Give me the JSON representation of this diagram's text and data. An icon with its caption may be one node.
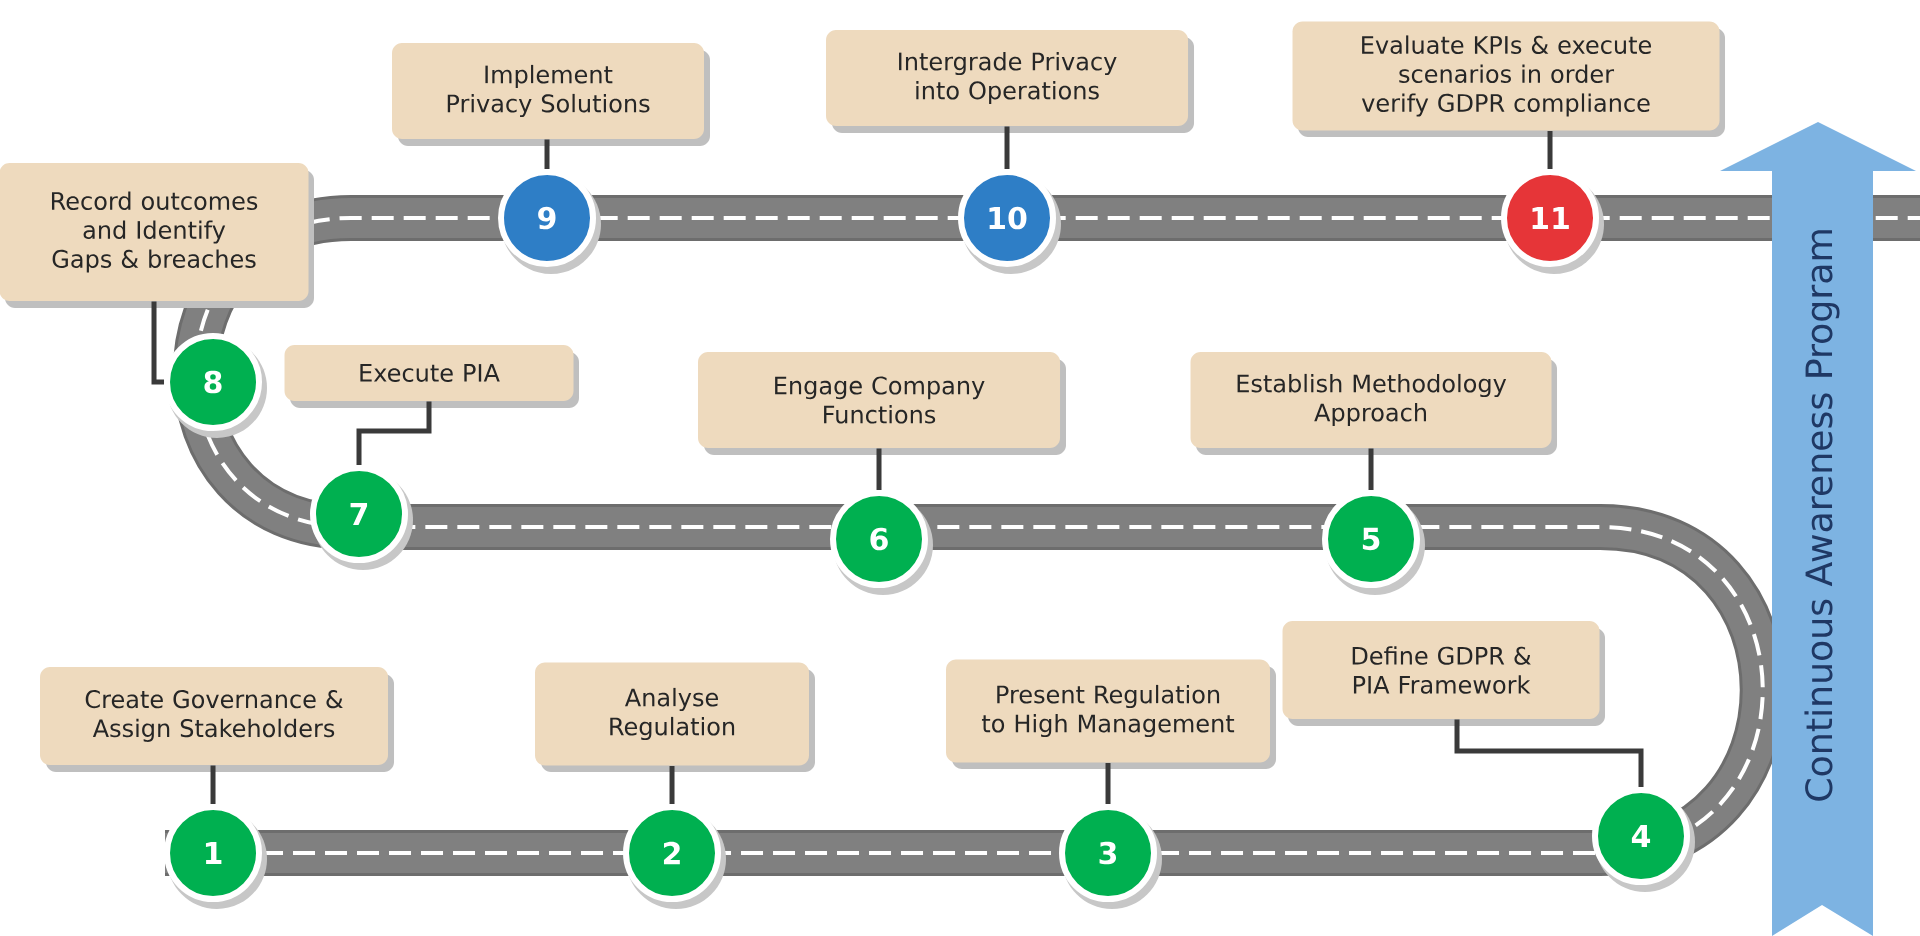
{
  "diagram": {
    "nodes": [
      {
        "text": [
          "Create Governance & Assign Stakeholders"
        ]
      },
      {
        "text": [
          "1"
        ]
      },
      {
        "text": [
          "Analyse Regulation"
        ]
      },
      {
        "text": [
          "2"
        ]
      },
      {
        "text": [
          "Present Regulation to High Management"
        ]
      },
      {
        "text": [
          "3"
        ]
      },
      {
        "text": [
          "Define GDPR & PIA Framework"
        ]
      },
      {
        "text": [
          "4"
        ]
      },
      {
        "text": [
          "Establish Methodology Approach"
        ]
      },
      {
        "text": [
          "5"
        ]
      },
      {
        "text": [
          "Engage Company Functions"
        ]
      },
      {
        "text": [
          "6"
        ]
      },
      {
        "text": [
          "Execute PIA"
        ]
      },
      {
        "text": [
          "7"
        ]
      },
      {
        "text": [
          "Record outcomes and Identify Gaps & breaches"
        ]
      },
      {
        "text": [
          "8"
        ]
      },
      {
        "text": [
          "Implement Privacy Solutions"
        ]
      },
      {
        "text": [
          "9"
        ]
      },
      {
        "text": [
          "Intergrade Privacy into Operations"
        ]
      },
      {
        "text": [
          "10"
        ]
      },
      {
        "text": [
          "Evaluate KPIs & execute scenarios in order verify GDPR compliance"
        ]
      },
      {
        "text": [
          "11"
        ]
      },
      {
        "text": [
          "Continuous Awareness Program"
        ]
      }
    ],
    "edges": [
      {
        "from": 0,
        "to": 1,
        "arrow": "none"
      },
      {
        "from": 2,
        "to": 3,
        "arrow": "none"
      },
      {
        "from": 4,
        "to": 5,
        "arrow": "none"
      },
      {
        "from": 6,
        "to": 7,
        "arrow": "none"
      },
      {
        "from": 8,
        "to": 9,
        "arrow": "none"
      },
      {
        "from": 10,
        "to": 11,
        "arrow": "none"
      },
      {
        "from": 12,
        "to": 13,
        "arrow": "none"
      },
      {
        "from": 14,
        "to": 15,
        "arrow": "none"
      },
      {
        "from": 16,
        "to": 17,
        "arrow": "none"
      },
      {
        "from": 18,
        "to": 19,
        "arrow": "none"
      },
      {
        "from": 20,
        "to": 21,
        "arrow": "none"
      }
    ]
  }
}
